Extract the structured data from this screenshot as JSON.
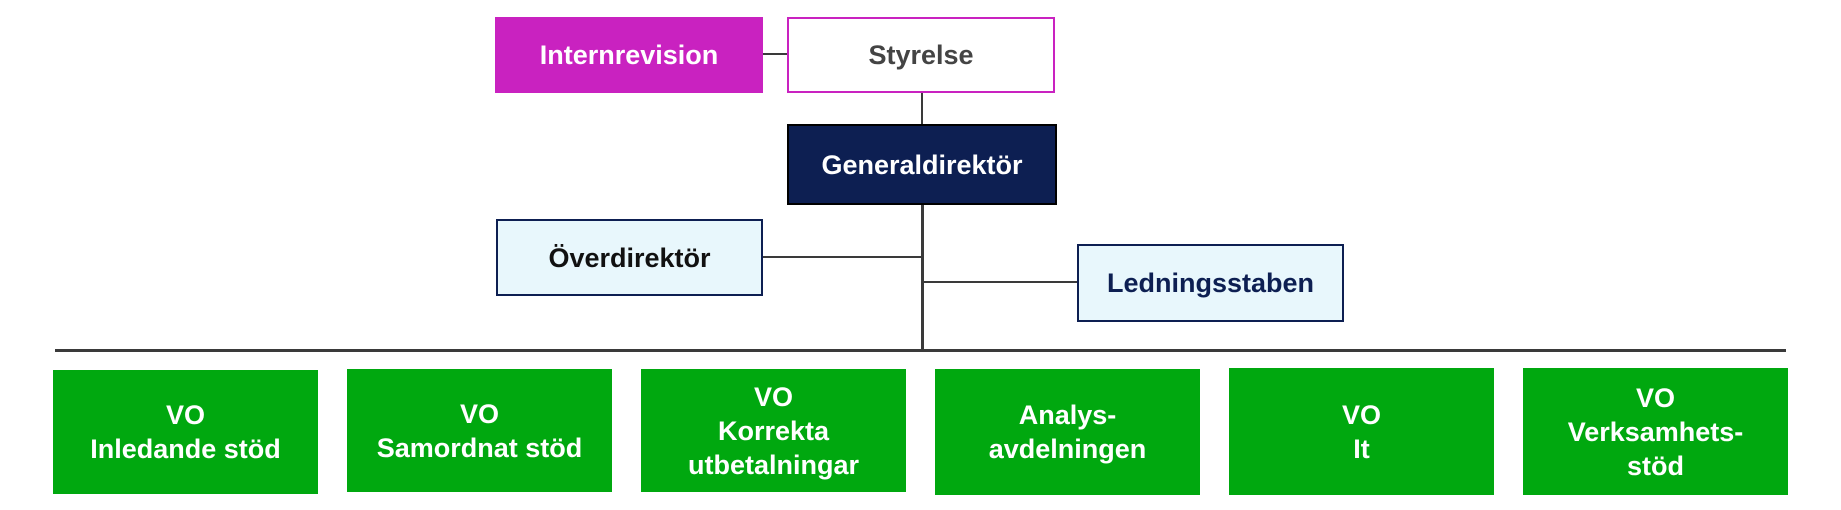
{
  "colors": {
    "magenta": "#c922c0",
    "navy": "#0d1f52",
    "light_blue": "#e8f7fc",
    "green": "#00a80f",
    "line": "#3a3a3a"
  },
  "top": {
    "internrevision": "Internrevision",
    "styrelse": "Styrelse",
    "generaldirektor": "Generaldirektör",
    "overdirektor": "Överdirektör",
    "ledningsstaben": "Ledningsstaben"
  },
  "units": [
    {
      "label": "VO\nInledande stöd"
    },
    {
      "label": "VO\nSamordnat stöd"
    },
    {
      "label": "VO\nKorrekta\nutbetalningar"
    },
    {
      "label": "Analys-\navdelningen"
    },
    {
      "label": "VO\nIt"
    },
    {
      "label": "VO\nVerksamhets-\nstöd"
    }
  ]
}
